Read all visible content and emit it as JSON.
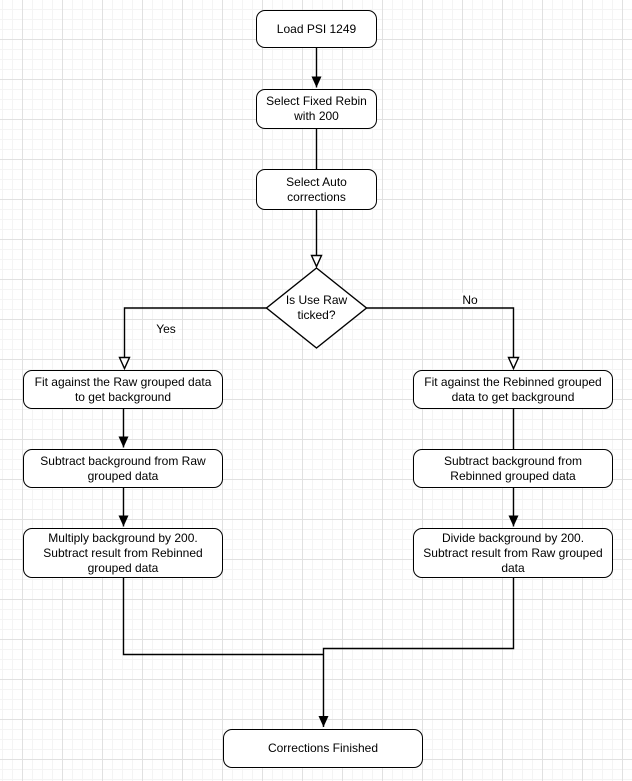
{
  "colors": {
    "background": "#ffffff",
    "grid_minor": "#f4f4f4",
    "grid_major": "#e1e1e1",
    "node_fill": "#ffffff",
    "node_stroke": "#000000",
    "connector": "#000000",
    "text": "#000000"
  },
  "nodes": {
    "load": {
      "label": "Load PSI 1249"
    },
    "fixed_rebin": {
      "label": "Select Fixed Rebin with 200"
    },
    "auto_corrections": {
      "label": "Select Auto corrections"
    },
    "decision": {
      "label": "Is Use Raw ticked?"
    },
    "fit_raw": {
      "label": "Fit against the Raw grouped data to get background"
    },
    "subtract_raw": {
      "label": "Subtract background from Raw grouped data"
    },
    "multiply_background": {
      "label": "Multiply background by 200. Subtract result from Rebinned grouped data"
    },
    "fit_rebinned": {
      "label": "Fit against the Rebinned grouped data to get background"
    },
    "subtract_rebinned": {
      "label": "Subtract background from Rebinned grouped data"
    },
    "divide_background": {
      "label": "Divide background by 200. Subtract result from Raw grouped data"
    },
    "finished": {
      "label": "Corrections Finished"
    }
  },
  "edge_labels": {
    "yes": "Yes",
    "no": "No"
  }
}
